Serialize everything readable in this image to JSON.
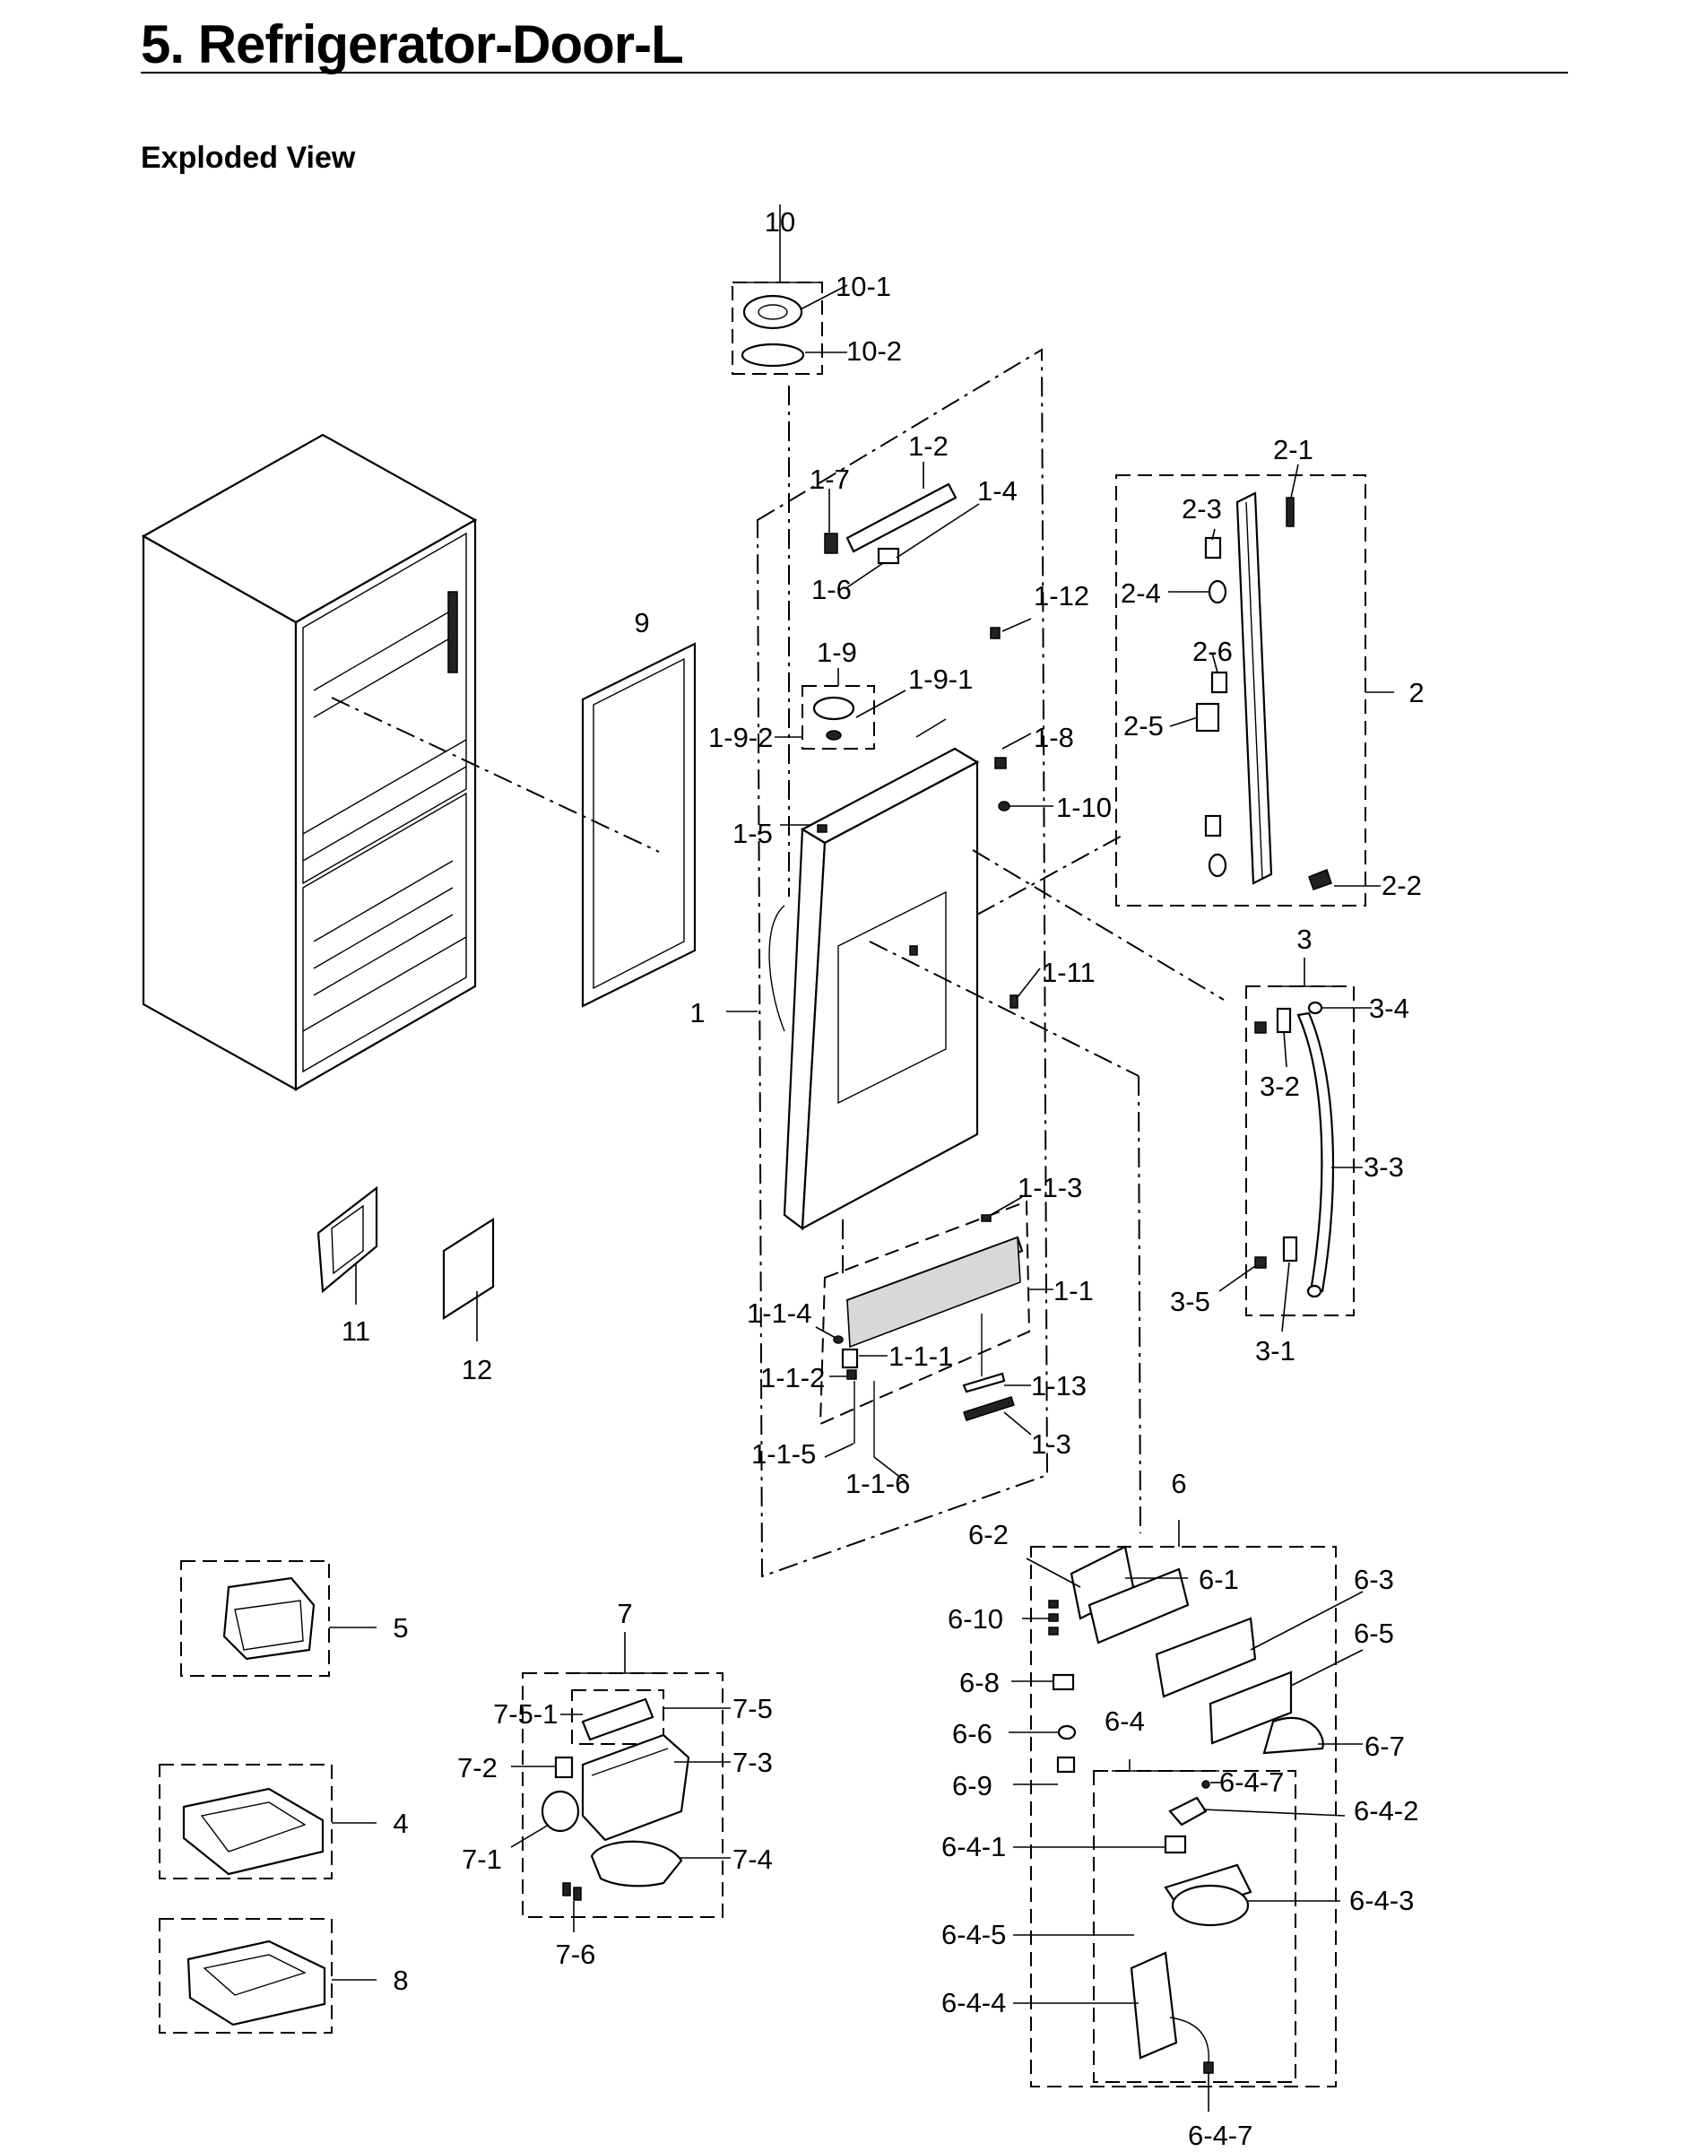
{
  "page": {
    "title": "5.  Refrigerator-Door-L",
    "subtitle": "Exploded View"
  },
  "labels": {
    "l10": "10",
    "l10_1": "10-1",
    "l10_2": "10-2",
    "l1_2": "1-2",
    "l1_7": "1-7",
    "l1_4": "1-4",
    "l1_6": "1-6",
    "l1_12": "1-12",
    "l9": "9",
    "l1_9": "1-9",
    "l1_9_1": "1-9-1",
    "l1_9_2": "1-9-2",
    "l1_8": "1-8",
    "l1_5": "1-5",
    "l1_10": "1-10",
    "l1_11": "1-11",
    "l1": "1",
    "l2_1": "2-1",
    "l2_3": "2-3",
    "l2_4": "2-4",
    "l2_6": "2-6",
    "l2_5": "2-5",
    "l2": "2",
    "l2_2": "2-2",
    "l3": "3",
    "l3_4": "3-4",
    "l3_2": "3-2",
    "l3_3": "3-3",
    "l3_5": "3-5",
    "l3_1": "3-1",
    "l1_1_3": "1-1-3",
    "l1_1": "1-1",
    "l1_1_4": "1-1-4",
    "l1_1_1": "1-1-1",
    "l1_1_2": "1-1-2",
    "l1_13": "1-13",
    "l1_1_5": "1-1-5",
    "l1_3": "1-3",
    "l1_1_6": "1-1-6",
    "l11": "11",
    "l12": "12",
    "l6": "6",
    "l6_2": "6-2",
    "l6_1": "6-1",
    "l6_3": "6-3",
    "l6_10": "6-10",
    "l6_5": "6-5",
    "l6_8": "6-8",
    "l6_6": "6-6",
    "l6_4": "6-4",
    "l6_7": "6-7",
    "l6_9": "6-9",
    "l6_4_7a": "6-4-7",
    "l6_4_2": "6-4-2",
    "l6_4_1": "6-4-1",
    "l6_4_3": "6-4-3",
    "l6_4_5": "6-4-5",
    "l6_4_4": "6-4-4",
    "l6_4_7b": "6-4-7",
    "l5": "5",
    "l7": "7",
    "l7_5_1": "7-5-1",
    "l7_5": "7-5",
    "l7_2": "7-2",
    "l7_3": "7-3",
    "l4": "4",
    "l7_1": "7-1",
    "l7_4": "7-4",
    "l7_6": "7-6",
    "l8": "8"
  }
}
